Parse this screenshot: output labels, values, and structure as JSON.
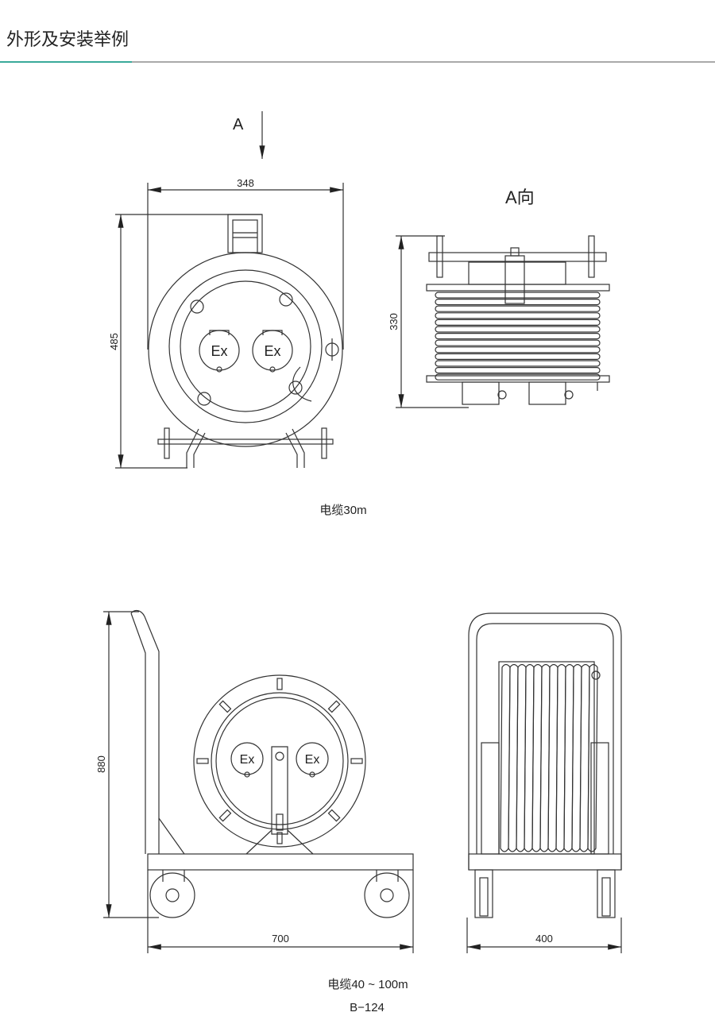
{
  "header": {
    "title": "外形及安装举例",
    "accent_color": "#3aa99a"
  },
  "figure1": {
    "view_arrow_label": "A",
    "dim_width": "348",
    "dim_height": "485",
    "socket_label": "Ex",
    "side_view_label": "A向",
    "side_dim_height": "330",
    "caption": "电缆30m"
  },
  "figure2": {
    "dim_height": "880",
    "dim_width": "700",
    "socket_label": "Ex",
    "side_dim_width": "400",
    "caption": "电缆40 ~ 100m"
  },
  "footer": {
    "page_number": "B−124"
  }
}
